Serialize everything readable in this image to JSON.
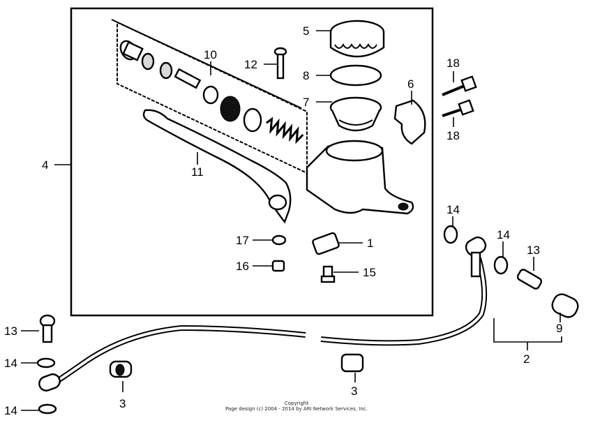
{
  "callouts": {
    "c1": "1",
    "c2": "2",
    "c3a": "3",
    "c3b": "3",
    "c4": "4",
    "c5": "5",
    "c6": "6",
    "c7": "7",
    "c8": "8",
    "c9": "9",
    "c10": "10",
    "c11": "11",
    "c12": "12",
    "c13a": "13",
    "c13b": "13",
    "c14a": "14",
    "c14b": "14",
    "c14c": "14",
    "c14d": "14",
    "c15": "15",
    "c16": "16",
    "c17": "17",
    "c18a": "18",
    "c18b": "18"
  },
  "footer": {
    "line1": "Copyright",
    "line2": "Page design (c) 2004 - 2014 by ARI Network Services, Inc."
  }
}
